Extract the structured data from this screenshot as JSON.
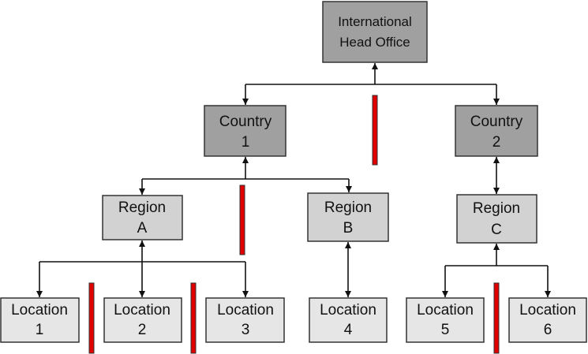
{
  "colors": {
    "dark_box": "#a0a0a0",
    "mid_box": "#d2d2d2",
    "light_box": "#e6e6e6",
    "separator": "#e00000"
  },
  "nodes": {
    "head": [
      "International",
      "Head Office"
    ],
    "country1": [
      "Country",
      "1"
    ],
    "country2": [
      "Country",
      "2"
    ],
    "regionA": [
      "Region",
      "A"
    ],
    "regionB": [
      "Region",
      "B"
    ],
    "regionC": [
      "Region",
      "C"
    ],
    "loc1": [
      "Location",
      "1"
    ],
    "loc2": [
      "Location",
      "2"
    ],
    "loc3": [
      "Location",
      "3"
    ],
    "loc4": [
      "Location",
      "4"
    ],
    "loc5": [
      "Location",
      "5"
    ],
    "loc6": [
      "Location",
      "6"
    ]
  }
}
